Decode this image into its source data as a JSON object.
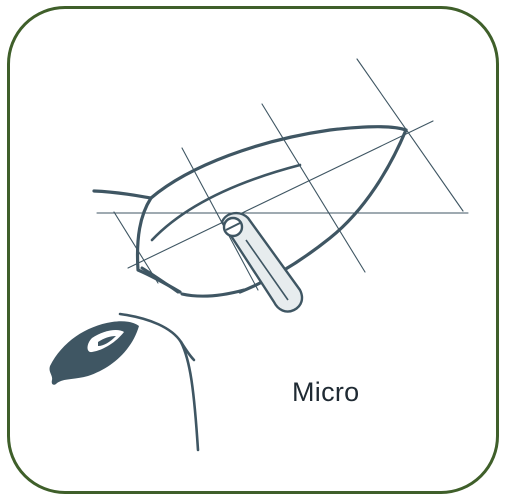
{
  "card": {
    "border_color": "#3f5f2a",
    "ink_color": "#3f5663",
    "caption": "Micro"
  },
  "diagram": {
    "subject": "ear-tag-placement",
    "tag_type": "clip-ear-tag"
  }
}
